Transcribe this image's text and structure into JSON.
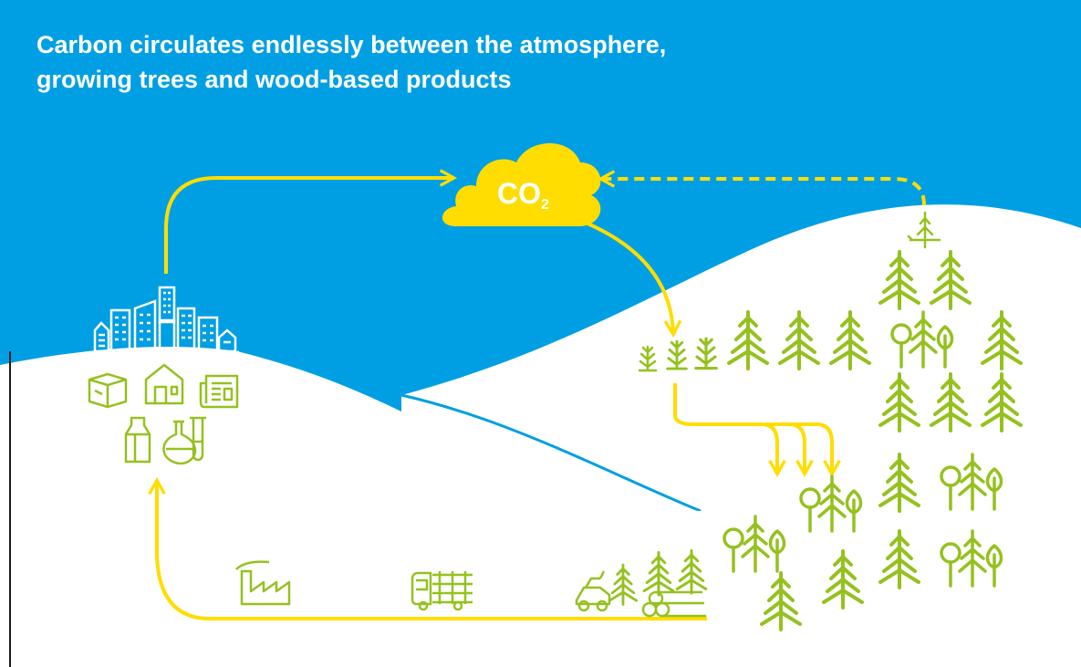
{
  "title": {
    "line1": "Carbon circulates endlessly between the atmosphere,",
    "line2": "growing trees and wood-based products"
  },
  "cloud": {
    "label_main": "CO",
    "label_sub": "2"
  },
  "colors": {
    "sky": "#009FE3",
    "ground": "#FFFFFF",
    "river": "#009FE3",
    "arrow": "#FFDD00",
    "tree": "#95C11F",
    "city": "#FFFFFF"
  },
  "icons": [
    "city-skyline-icon",
    "box-icon",
    "house-icon",
    "newspaper-icon",
    "milk-carton-icon",
    "flask-icon",
    "test-tube-icon",
    "factory-icon",
    "timber-truck-icon",
    "harvester-icon",
    "log-pile-icon",
    "seedling-icon",
    "spruce-tree-icon",
    "mixed-trees-icon",
    "felled-tree-icon"
  ]
}
